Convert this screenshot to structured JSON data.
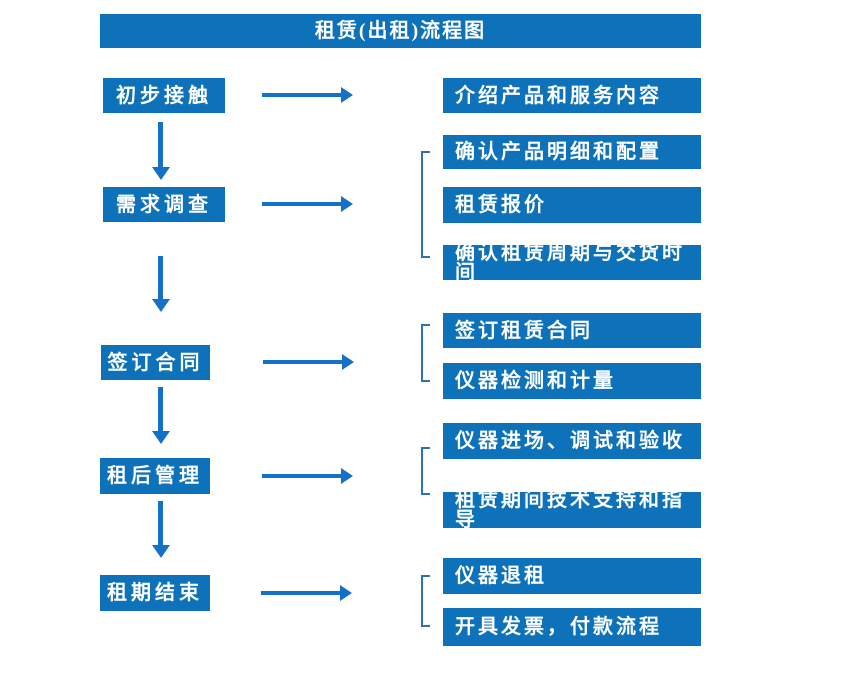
{
  "title": "租赁(出租)流程图",
  "colors": {
    "box_blue": "#0d72b9",
    "arrow_blue": "#1471c7",
    "bracket_blue": "#2e74b5",
    "text": "#ffffff",
    "background": "#ffffff"
  },
  "stages": [
    {
      "label": "初步接触",
      "outputs": [
        "介绍产品和服务内容"
      ]
    },
    {
      "label": "需求调查",
      "outputs": [
        "确认产品明细和配置",
        "租赁报价",
        "确认租赁周期与交货时间"
      ]
    },
    {
      "label": "签订合同",
      "outputs": [
        "签订租赁合同",
        "仪器检测和计量"
      ]
    },
    {
      "label": "租后管理",
      "outputs": [
        "仪器进场、调试和验收",
        "租赁期间技术支持和指导"
      ]
    },
    {
      "label": "租期结束",
      "outputs": [
        "仪器退租",
        "开具发票，付款流程"
      ]
    }
  ]
}
